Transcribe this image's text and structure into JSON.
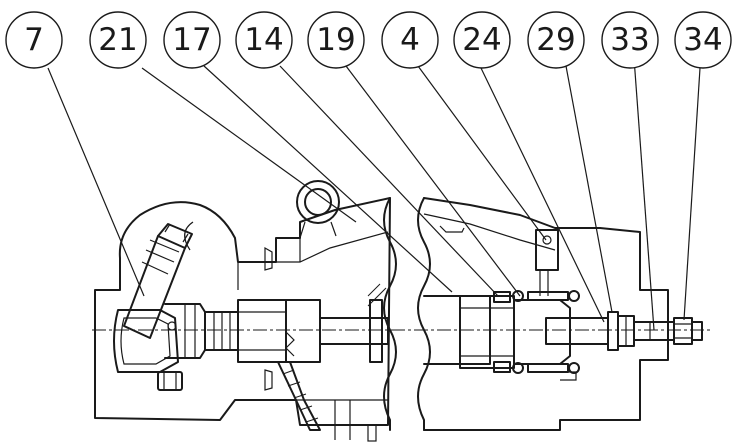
{
  "callouts": [
    {
      "label": "7",
      "target": "part-7"
    },
    {
      "label": "21",
      "target": "part-21"
    },
    {
      "label": "17",
      "target": "part-17"
    },
    {
      "label": "14",
      "target": "part-14"
    },
    {
      "label": "19",
      "target": "part-19"
    },
    {
      "label": "4",
      "target": "part-4"
    },
    {
      "label": "24",
      "target": "part-24"
    },
    {
      "label": "29",
      "target": "part-29"
    },
    {
      "label": "33",
      "target": "part-33"
    },
    {
      "label": "34",
      "target": "part-34"
    }
  ],
  "colors": {
    "line": "#1a1a1a",
    "background": "#ffffff"
  }
}
